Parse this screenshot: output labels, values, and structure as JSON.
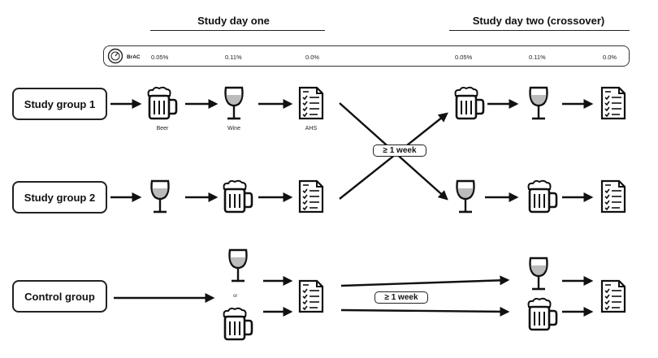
{
  "headers": {
    "day_one": "Study day one",
    "day_two": "Study day two (crossover)"
  },
  "bac": {
    "label": "BrAC",
    "icon": "breathalyzer-icon",
    "day_one_values": [
      "0.05%",
      "0.11%",
      "0.0%"
    ],
    "day_two_values": [
      "0.05%",
      "0.11%",
      "0.0%"
    ]
  },
  "groups": [
    "Study group 1",
    "Study group 2",
    "Control group"
  ],
  "captions": {
    "beer": "Beer",
    "wine": "Wine",
    "ahs": "AHS"
  },
  "interval": "≥ 1 week",
  "or_label": "or",
  "icons": {
    "beer": "beer-mug-icon",
    "wine": "wine-glass-icon",
    "form": "questionnaire-icon"
  }
}
